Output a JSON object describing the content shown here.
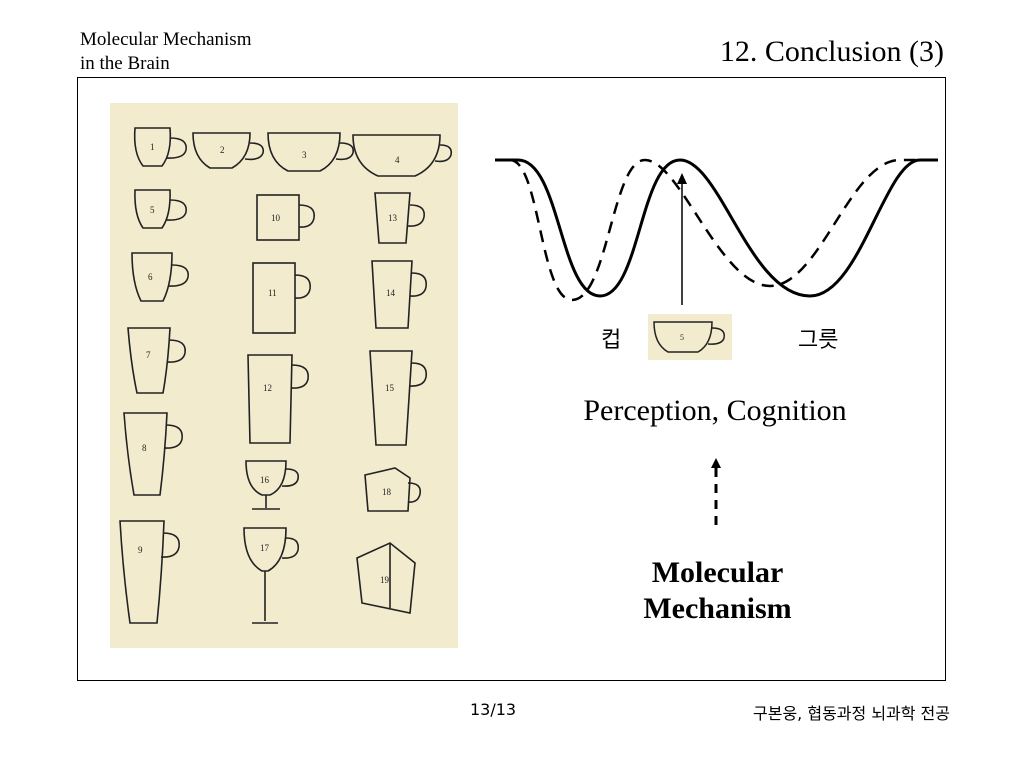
{
  "header": {
    "course_line1": "Molecular Mechanism",
    "course_line2": "in the Brain",
    "slide_title": "12. Conclusion (3)"
  },
  "figure": {
    "cups": [
      {
        "n": "1"
      },
      {
        "n": "2"
      },
      {
        "n": "3"
      },
      {
        "n": "4"
      },
      {
        "n": "5"
      },
      {
        "n": "6"
      },
      {
        "n": "7"
      },
      {
        "n": "8"
      },
      {
        "n": "9"
      },
      {
        "n": "10"
      },
      {
        "n": "11"
      },
      {
        "n": "12"
      },
      {
        "n": "13"
      },
      {
        "n": "14"
      },
      {
        "n": "15"
      },
      {
        "n": "16"
      },
      {
        "n": "17"
      },
      {
        "n": "18"
      },
      {
        "n": "19"
      }
    ],
    "cup_label": "컵",
    "bowl_label": "그릇",
    "highlight_cup": "5"
  },
  "main": {
    "perception": "Perception, Cognition",
    "molecular_line1": "Molecular",
    "molecular_line2": "Mechanism"
  },
  "footer": {
    "page": "13/13",
    "author": "구본웅, 협동과정 뇌과학 전공"
  },
  "colors": {
    "scan_bg": "#f2ebce",
    "ink": "#000000"
  }
}
